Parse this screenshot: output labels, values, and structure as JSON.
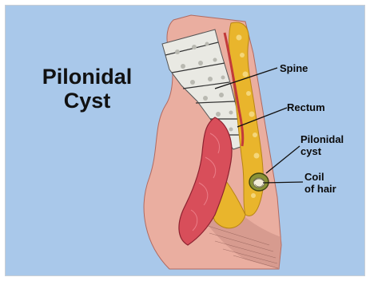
{
  "title": {
    "line1": "Pilonidal",
    "line2": "Cyst"
  },
  "labels": {
    "spine": "Spine",
    "rectum": "Rectum",
    "pilonidal_cyst": {
      "line1": "Pilonidal",
      "line2": "cyst"
    },
    "coil_of_hair": {
      "line1": "Coil",
      "line2": "of hair"
    }
  },
  "colors": {
    "background": "#a9c8ea",
    "skin": "#eaaea0",
    "bone": "#e9e9e3",
    "fat": "#e9b52c",
    "rectum": "#d84e5a",
    "cyst": "#8a9236",
    "leader": "#111111"
  }
}
